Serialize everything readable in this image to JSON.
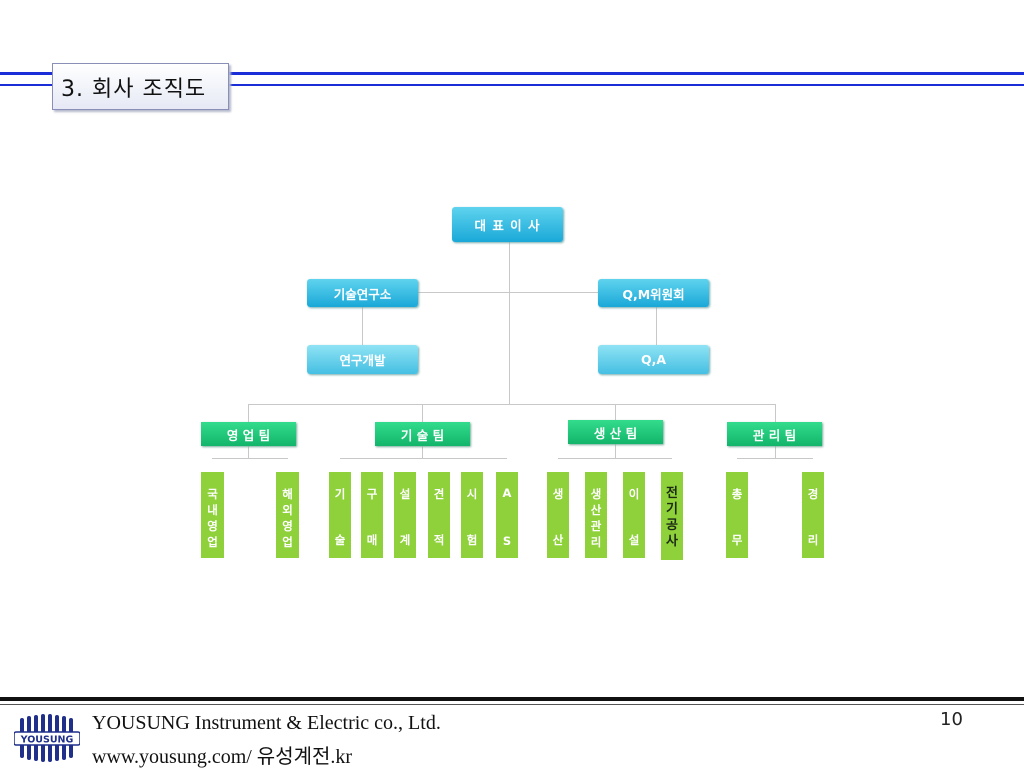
{
  "header": {
    "title": "3. 회사 조직도"
  },
  "org": {
    "ceo": "대 표 이 사",
    "lab": "기술연구소",
    "lab_child": "연구개발",
    "qm": "Q,M위원회",
    "qm_child": "Q,A",
    "teams": [
      {
        "label": "영 업 팀",
        "subs": [
          [
            "국",
            "내",
            "영",
            "업"
          ],
          [
            "해",
            "외",
            "영",
            "업"
          ]
        ]
      },
      {
        "label": "기 술 팀",
        "subs": [
          [
            "기",
            "술"
          ],
          [
            "구",
            "매"
          ],
          [
            "설",
            "계"
          ],
          [
            "견",
            "적"
          ],
          [
            "시",
            "험"
          ],
          [
            "A",
            "S"
          ]
        ]
      },
      {
        "label": "생 산 팀",
        "subs": [
          [
            "생",
            "산"
          ],
          [
            "생",
            "산",
            "관",
            "리"
          ],
          [
            "이",
            "설"
          ],
          [
            "전",
            "기",
            "공",
            "사"
          ]
        ]
      },
      {
        "label": "관 리 팀",
        "subs": [
          [
            "총",
            "무"
          ],
          [
            "경",
            "리"
          ]
        ]
      }
    ]
  },
  "footer": {
    "logo_text": "YOUSUNG",
    "company": "YOUSUNG Instrument & Electric co., Ltd.",
    "website": "www.yousung.com/ 유성계전.kr",
    "page_number": "10"
  },
  "colors": {
    "header_rule": "#1a2dd6",
    "node_blue": "#1aa8d8",
    "node_green": "#12b56a",
    "node_lime": "#8fd13a"
  }
}
